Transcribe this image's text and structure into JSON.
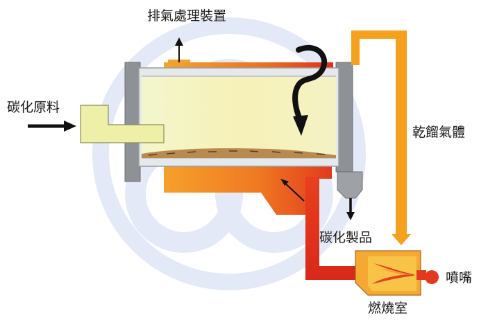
{
  "labels": {
    "exhaust": "排氣處理裝置",
    "raw_material": "碳化原料",
    "pyrolysis_gas": "乾餾氣體",
    "product": "碳化製品",
    "burner": "噴嘴",
    "combustion_chamber": "燃燒室"
  },
  "colors": {
    "kiln_shell": "#8a8d92",
    "kiln_liner": "#e8ebee",
    "kiln_body": "#eef2c2",
    "feed_hopper": "#eef0a8",
    "hot_gas_red": "#e23a1c",
    "hot_gas_orange": "#f59a2c",
    "gas_pipe": "#f4a21e",
    "material_bed": "#b88a50",
    "watermark": "#dfe6f6",
    "arrow": "#111111"
  }
}
